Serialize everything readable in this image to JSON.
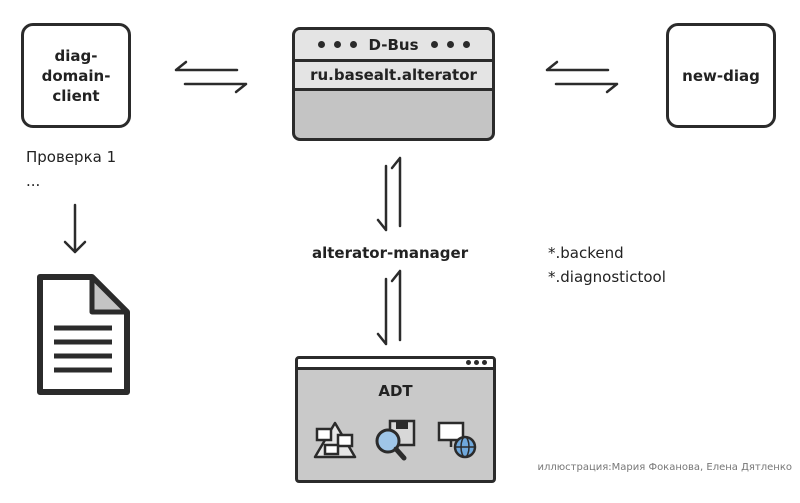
{
  "nodes": {
    "client": "diag-\ndomain-\nclient",
    "dbus_title": "D-Bus",
    "dbus_interface": "ru.basealt.alterator",
    "new_diag": "new-diag",
    "manager": "alterator-manager",
    "adt": "ADT"
  },
  "client_notes": [
    "Проверка 1",
    "..."
  ],
  "manager_notes": [
    "*.backend",
    "*.diagnostictool"
  ],
  "credit": "иллюстрация:Мария Фоканова, Елена Дятленко",
  "icons": [
    "network-topology-icon",
    "search-package-icon",
    "network-globe-icon"
  ]
}
